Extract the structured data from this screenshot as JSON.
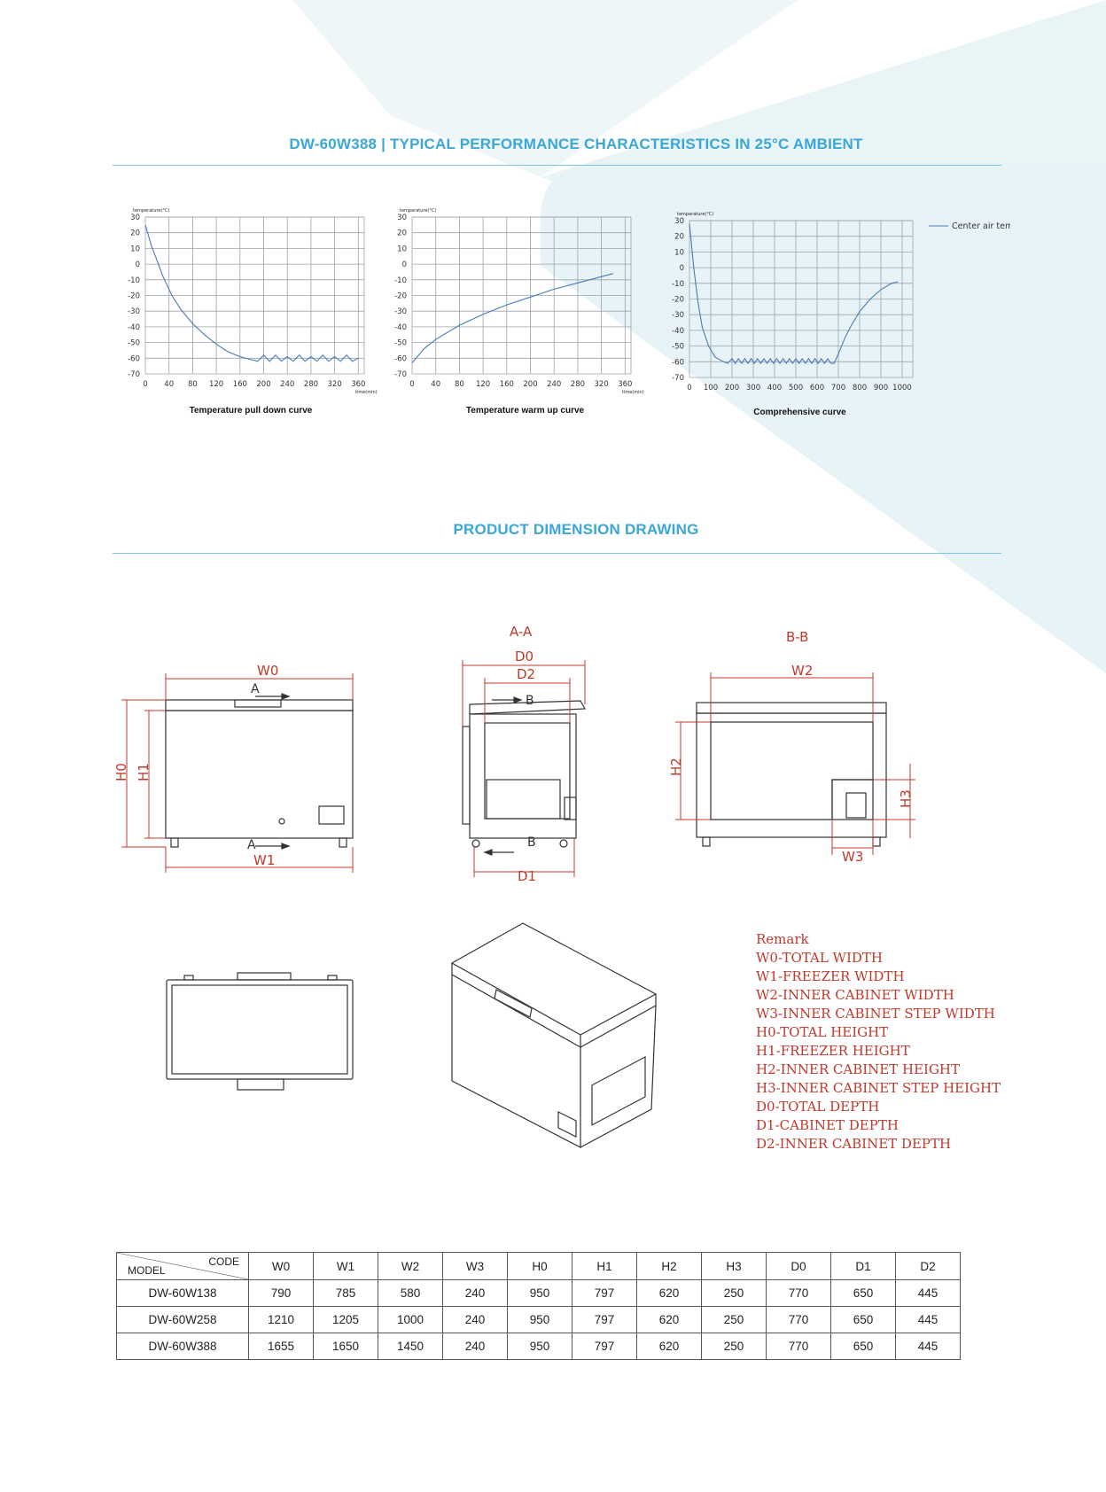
{
  "header": {
    "performance_title": "DW-60W388  | TYPICAL PERFORMANCE CHARACTERISTICS IN 25°C AMBIENT",
    "dimension_title": "PRODUCT DIMENSION DRAWING"
  },
  "colors": {
    "accent": "#3aa7d8",
    "curve": "#4a79b8",
    "grid": "#9aa3ad",
    "drawing_red": "#c0392b"
  },
  "chart_data": [
    {
      "type": "line",
      "title": "Temperature pull down curve",
      "ylabel": "temperature(°C)",
      "xlabel": "time(min)",
      "xlim": [
        0,
        370
      ],
      "ylim": [
        -70,
        30
      ],
      "x_ticks": [
        0,
        40,
        80,
        120,
        160,
        200,
        240,
        280,
        320,
        360
      ],
      "y_ticks": [
        30,
        20,
        10,
        0,
        -10,
        -20,
        -30,
        -40,
        -50,
        -60,
        -70
      ],
      "series": [
        {
          "values": [
            [
              0,
              25
            ],
            [
              10,
              12
            ],
            [
              20,
              2
            ],
            [
              30,
              -8
            ],
            [
              45,
              -20
            ],
            [
              60,
              -29
            ],
            [
              80,
              -38
            ],
            [
              100,
              -45
            ],
            [
              120,
              -51
            ],
            [
              140,
              -56
            ],
            [
              160,
              -59
            ],
            [
              180,
              -61
            ],
            [
              190,
              -62
            ],
            [
              200,
              -58
            ],
            [
              210,
              -62
            ],
            [
              220,
              -58
            ],
            [
              230,
              -62
            ],
            [
              240,
              -59
            ],
            [
              250,
              -62
            ],
            [
              260,
              -58
            ],
            [
              270,
              -62
            ],
            [
              280,
              -59
            ],
            [
              290,
              -62
            ],
            [
              300,
              -58
            ],
            [
              310,
              -62
            ],
            [
              320,
              -59
            ],
            [
              330,
              -62
            ],
            [
              340,
              -58
            ],
            [
              350,
              -62
            ],
            [
              360,
              -60
            ]
          ]
        }
      ]
    },
    {
      "type": "line",
      "title": "Temperature warm up curve",
      "ylabel": "temperature(°C)",
      "xlabel": "time(min)",
      "xlim": [
        0,
        370
      ],
      "ylim": [
        -70,
        30
      ],
      "x_ticks": [
        0,
        40,
        80,
        120,
        160,
        200,
        240,
        280,
        320,
        360
      ],
      "y_ticks": [
        30,
        20,
        10,
        0,
        -10,
        -20,
        -30,
        -40,
        -50,
        -60,
        -70
      ],
      "series": [
        {
          "values": [
            [
              0,
              -63
            ],
            [
              20,
              -54
            ],
            [
              40,
              -48
            ],
            [
              80,
              -39
            ],
            [
              120,
              -32
            ],
            [
              160,
              -26
            ],
            [
              200,
              -21
            ],
            [
              240,
              -16
            ],
            [
              280,
              -12
            ],
            [
              320,
              -8
            ],
            [
              340,
              -6
            ]
          ]
        }
      ]
    },
    {
      "type": "line",
      "title": "Comprehensive curve",
      "ylabel": "temperature(°C)",
      "xlim": [
        0,
        1050
      ],
      "ylim": [
        -70,
        30
      ],
      "x_ticks": [
        0,
        100,
        200,
        300,
        400,
        500,
        600,
        700,
        800,
        900,
        1000
      ],
      "y_ticks": [
        30,
        20,
        10,
        0,
        -10,
        -20,
        -30,
        -40,
        -50,
        -60,
        -70
      ],
      "legend": "Center air temp.",
      "series": [
        {
          "name": "Center air temp.",
          "values": [
            [
              0,
              28
            ],
            [
              20,
              0
            ],
            [
              40,
              -22
            ],
            [
              60,
              -38
            ],
            [
              90,
              -50
            ],
            [
              120,
              -57
            ],
            [
              160,
              -60
            ],
            [
              180,
              -61
            ],
            [
              200,
              -58
            ],
            [
              215,
              -61
            ],
            [
              230,
              -58
            ],
            [
              245,
              -61
            ],
            [
              260,
              -58
            ],
            [
              275,
              -61
            ],
            [
              290,
              -58
            ],
            [
              305,
              -61
            ],
            [
              320,
              -58
            ],
            [
              335,
              -61
            ],
            [
              350,
              -58
            ],
            [
              365,
              -61
            ],
            [
              380,
              -58
            ],
            [
              395,
              -61
            ],
            [
              410,
              -58
            ],
            [
              425,
              -61
            ],
            [
              440,
              -58
            ],
            [
              455,
              -61
            ],
            [
              470,
              -58
            ],
            [
              485,
              -61
            ],
            [
              500,
              -58
            ],
            [
              515,
              -61
            ],
            [
              530,
              -58
            ],
            [
              545,
              -61
            ],
            [
              560,
              -58
            ],
            [
              575,
              -61
            ],
            [
              590,
              -58
            ],
            [
              605,
              -61
            ],
            [
              620,
              -58
            ],
            [
              635,
              -61
            ],
            [
              650,
              -58
            ],
            [
              665,
              -61
            ],
            [
              680,
              -61
            ],
            [
              700,
              -55
            ],
            [
              730,
              -45
            ],
            [
              760,
              -37
            ],
            [
              800,
              -28
            ],
            [
              850,
              -20
            ],
            [
              900,
              -14
            ],
            [
              950,
              -10
            ],
            [
              980,
              -9
            ]
          ]
        }
      ]
    }
  ],
  "drawings": {
    "front": {
      "W0": "W0",
      "W1": "W1",
      "H0": "H0",
      "H1": "H1",
      "A": "A"
    },
    "section_aa": {
      "title": "A-A",
      "D0": "D0",
      "D1": "D1",
      "D2": "D2",
      "B": "B"
    },
    "section_bb": {
      "title": "B-B",
      "W2": "W2",
      "W3": "W3",
      "H2": "H2",
      "H3": "H3"
    }
  },
  "remark": {
    "title": "Remark",
    "items": [
      "W0-TOTAL WIDTH",
      "W1-FREEZER WIDTH",
      "W2-INNER CABINET WIDTH",
      "W3-INNER CABINET STEP WIDTH",
      "H0-TOTAL HEIGHT",
      "H1-FREEZER HEIGHT",
      "H2-INNER CABINET HEIGHT",
      "H3-INNER CABINET STEP HEIGHT",
      "D0-TOTAL DEPTH",
      "D1-CABINET DEPTH",
      "D2-INNER CABINET DEPTH"
    ]
  },
  "table": {
    "corner_code": "CODE",
    "corner_model": "MODEL",
    "columns": [
      "W0",
      "W1",
      "W2",
      "W3",
      "H0",
      "H1",
      "H2",
      "H3",
      "D0",
      "D1",
      "D2"
    ],
    "rows": [
      {
        "model": "DW-60W138",
        "values": [
          "790",
          "785",
          "580",
          "240",
          "950",
          "797",
          "620",
          "250",
          "770",
          "650",
          "445"
        ]
      },
      {
        "model": "DW-60W258",
        "values": [
          "1210",
          "1205",
          "1000",
          "240",
          "950",
          "797",
          "620",
          "250",
          "770",
          "650",
          "445"
        ]
      },
      {
        "model": "DW-60W388",
        "values": [
          "1655",
          "1650",
          "1450",
          "240",
          "950",
          "797",
          "620",
          "250",
          "770",
          "650",
          "445"
        ]
      }
    ]
  }
}
